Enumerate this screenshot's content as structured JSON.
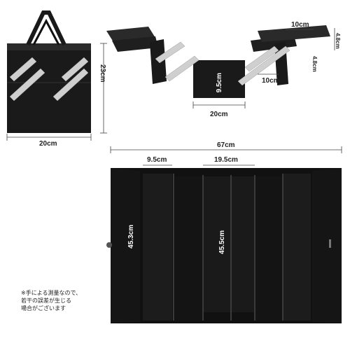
{
  "labels": {
    "closed_height": "23cm",
    "closed_width": "20cm",
    "open_inner_height": "9.5cm",
    "open_base_width": "20cm",
    "tray_top_width": "10cm",
    "tray_height": "4.8cm",
    "tray_depth": "4.8cm",
    "tray_bottom_width": "10cm",
    "full_width": "67cm",
    "compartment_small": "9.5cm",
    "compartment_center": "19.5cm",
    "height_left": "45.3cm",
    "height_center": "45.5cm"
  },
  "note": {
    "line1": "※手による測量なので、",
    "line2": "若干の誤差が生じる",
    "line3": "場合がございます"
  },
  "colors": {
    "body": "#1c1c1c",
    "body_dark": "#0e0e0e",
    "silver": "#c9c9c9",
    "dim_line": "#444444"
  }
}
